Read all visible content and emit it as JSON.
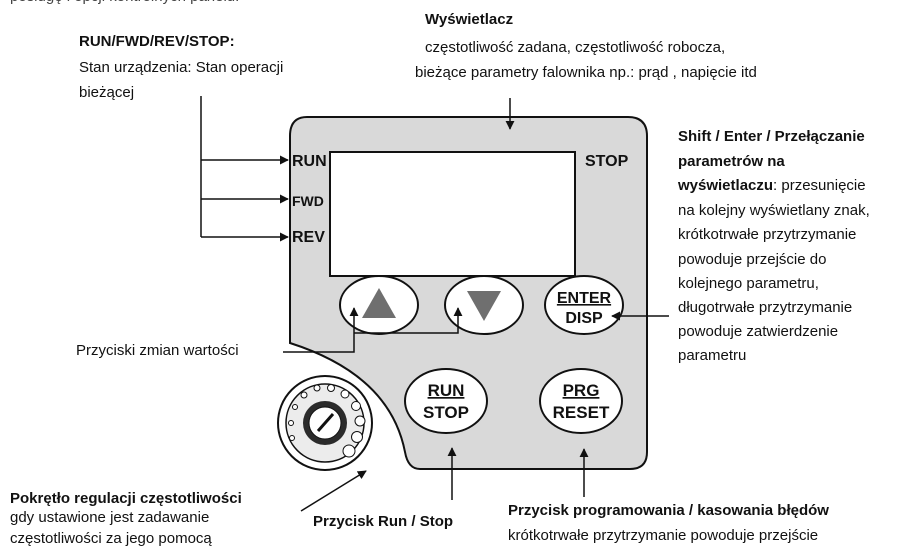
{
  "top_clip": "posługę i opcji kontrolnych panelu:",
  "status_callout": {
    "title": "RUN/FWD/REV/STOP:",
    "lines": [
      "Stan urządzenia: Stan operacji",
      "bieżącej"
    ]
  },
  "display_callout": {
    "title": "Wyświetlacz",
    "lines": [
      "częstotliwość zadana, częstotliwość robocza,",
      "bieżące parametry falownika np.: prąd , napięcie itd"
    ]
  },
  "shift_callout": {
    "title_lines": [
      "Shift / Enter / Przełączanie",
      "parametrów na"
    ],
    "bold_lead": "wyświetlaczu",
    "lead_rest": ": przesunięcie",
    "lines": [
      "na kolejny wyświetlany znak,",
      "krótkotrwałe przytrzymanie",
      "powoduje przejście do",
      "kolejnego parametru,",
      "długotrwałe przytrzymanie",
      "powoduje zatwierdzenie",
      "parametru"
    ]
  },
  "value_keys_callout": "Przyciski zmian wartości",
  "knob_callout": {
    "title": "Pokrętło regulacji częstotliwości",
    "lines": [
      "gdy ustawione jest zadawanie",
      "częstotliwości  za jego pomocą"
    ]
  },
  "runstop_callout": "Przycisk Run / Stop",
  "prg_callout": {
    "title": "Przycisk programowania / kasowania błędów",
    "lines": [
      "krótkotrwałe przytrzymanie powoduje przejście"
    ]
  },
  "panel": {
    "indicators": [
      "RUN",
      "FWD",
      "REV"
    ],
    "stop_indicator": "STOP",
    "keys": {
      "up": "up-arrow",
      "down": "down-arrow",
      "enter_top": "ENTER",
      "enter_bottom": "DISP",
      "run_top": "RUN",
      "run_bottom": "STOP",
      "prg_top": "PRG",
      "prg_bottom": "RESET"
    }
  }
}
